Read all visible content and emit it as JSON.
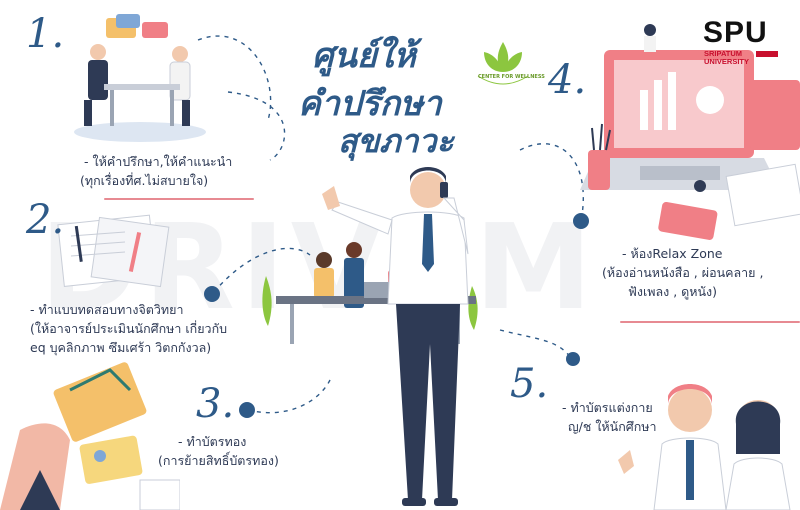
{
  "title": {
    "line1": "ศูนย์ให้",
    "line2": "คำปรึกษา",
    "line3": "สุขภาวะ"
  },
  "wellness_logo": {
    "text": "CENTER FOR WELLNESS"
  },
  "brand": {
    "name": "SPU",
    "sub1": "SRIPATUM",
    "sub2": "UNIVERSITY",
    "color": "#c8102e"
  },
  "watermark": "DRIVEM",
  "sections": [
    {
      "number": "1.",
      "lines": [
        "- ให้คำปรึกษา,ให้คำแนะนำ",
        "(ทุกเรื่องที่ศ.ไม่สบายใจ)"
      ]
    },
    {
      "number": "2.",
      "lines": [
        "- ทำแบบทดสอบทางจิตวิทยา",
        "(ให้อาจารย์ประเมินนักศึกษา เกี่ยวกับ",
        "eq บุคลิกภาพ ซึมเศร้า วิตกกังวล)"
      ]
    },
    {
      "number": "3.",
      "lines": [
        "- ทำบัตรทอง",
        "(การย้ายสิทธิ์บัตรทอง)"
      ]
    },
    {
      "number": "4.",
      "lines": [
        "- ห้องRelax Zone",
        "(ห้องอ่านหนังสือ , ผ่อนคลาย ,",
        "ฟังเพลง , ดูหนัง)"
      ]
    },
    {
      "number": "5.",
      "lines": [
        "- ทำบัตรแต่งกาย",
        "ญ/ช ให้นักศึกษา"
      ]
    }
  ],
  "colors": {
    "accent": "#2e5a88",
    "pink": "#e78a92",
    "coral": "#f07f86"
  }
}
